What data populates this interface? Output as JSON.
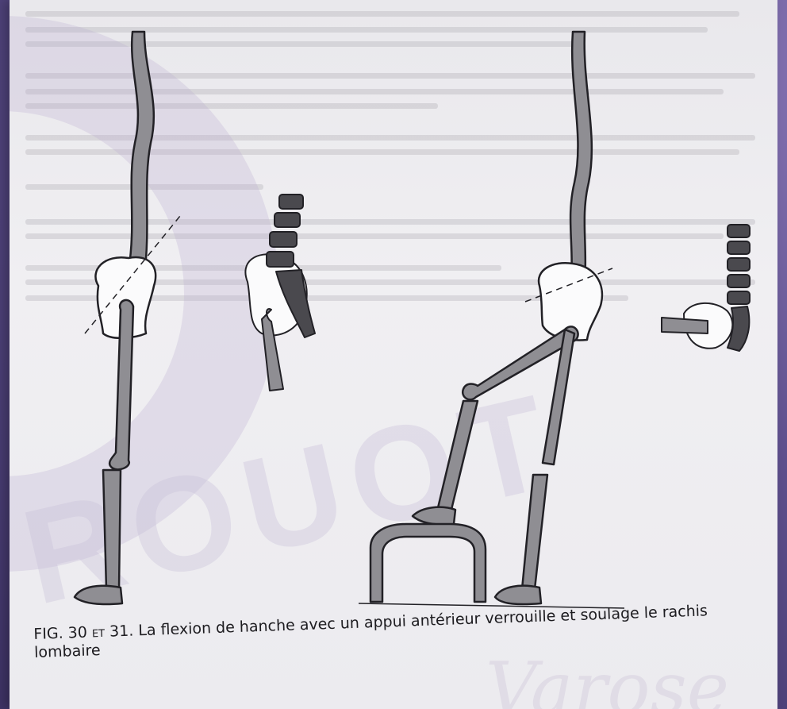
{
  "figure": {
    "number_label": "FIG. 30 et 31.",
    "caption_text": "La flexion de hanche avec un appui antérieur verrouille et soulage le rachis lombaire"
  },
  "watermark": {
    "main": "ROUOT",
    "script": "Varose"
  },
  "colors": {
    "frame": "#5a4d86",
    "page": "#eceaef",
    "bone": "#8f8e93",
    "vertebra": "#4a494e",
    "outline": "#222126"
  }
}
